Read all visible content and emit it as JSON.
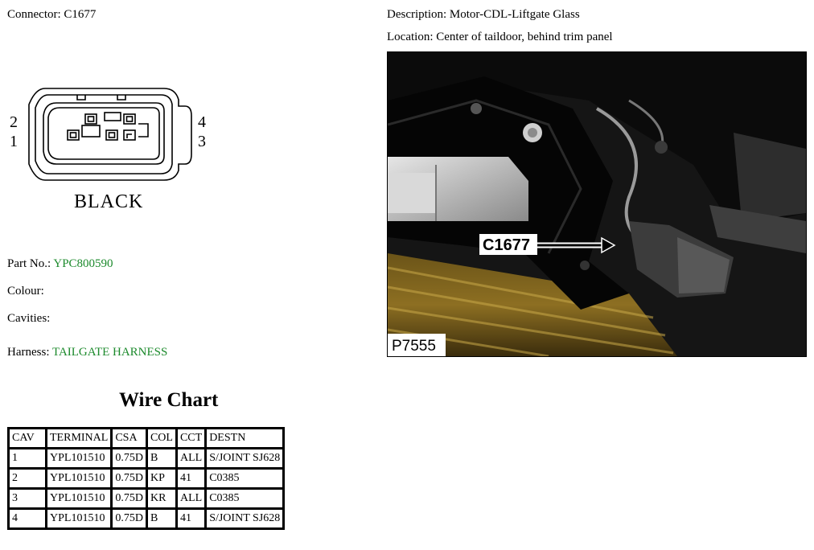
{
  "connector": {
    "label": "Connector:",
    "value": "C1677",
    "colour_caption": "BLACK",
    "pins_left": [
      "2",
      "1"
    ],
    "pins_right": [
      "4",
      "3"
    ]
  },
  "description": {
    "label": "Description:",
    "value": "Motor-CDL-Liftgate Glass"
  },
  "location": {
    "label": "Location:",
    "value": "Center of taildoor, behind trim panel"
  },
  "photo": {
    "callout": "C1677",
    "ref": "P7555"
  },
  "part_no": {
    "label": "Part No.:",
    "value": "YPC800590"
  },
  "colour": {
    "label": "Colour:"
  },
  "cavities": {
    "label": "Cavities:"
  },
  "harness": {
    "label": "Harness:",
    "value": "TAILGATE HARNESS"
  },
  "wire_chart": {
    "title": "Wire Chart",
    "headers": [
      "CAV",
      "TERMINAL",
      "CSA",
      "COL",
      "CCT",
      "DESTN"
    ],
    "rows": [
      [
        "1",
        "YPL101510",
        "0.75D",
        "B",
        "ALL",
        "S/JOINT SJ628"
      ],
      [
        "2",
        "YPL101510",
        "0.75D",
        "KP",
        "41",
        "C0385"
      ],
      [
        "3",
        "YPL101510",
        "0.75D",
        "KR",
        "ALL",
        "C0385"
      ],
      [
        "4",
        "YPL101510",
        "0.75D",
        "B",
        "41",
        "S/JOINT SJ628"
      ]
    ]
  },
  "colors": {
    "harness_green": "#1c8a2c",
    "part_green": "#1c8a2c"
  }
}
